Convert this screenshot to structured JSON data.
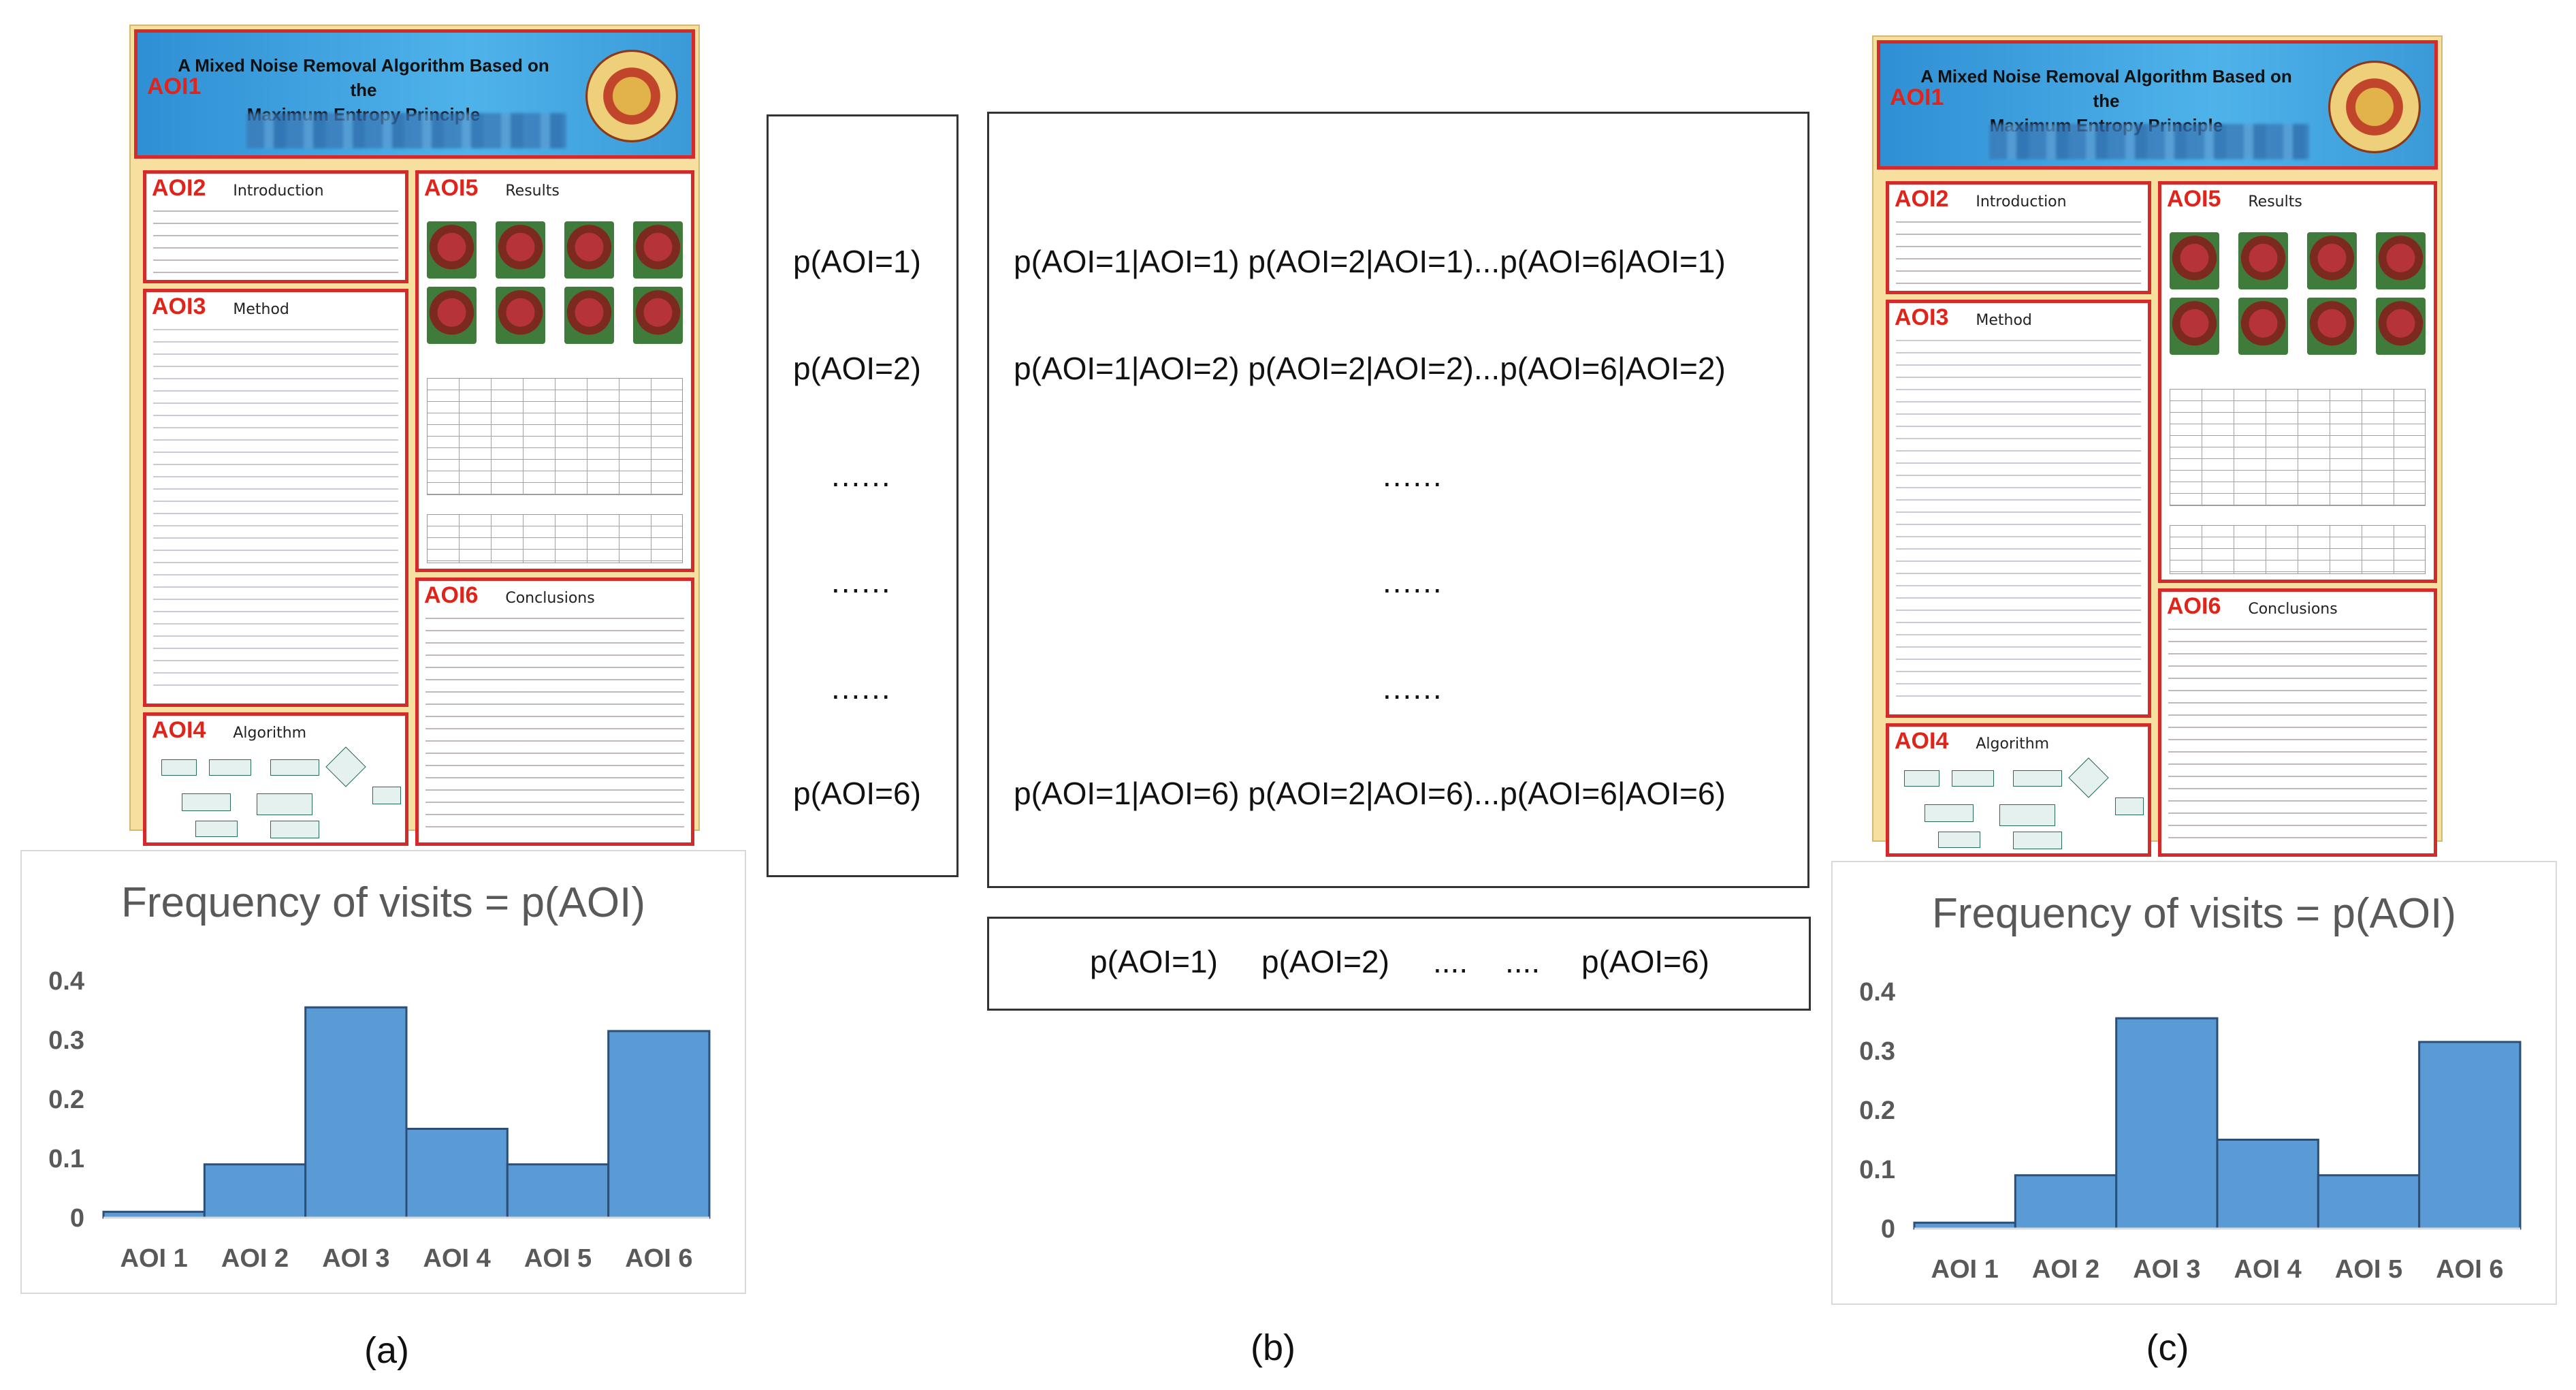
{
  "poster": {
    "title_line1": "A Mixed Noise Removal Algorithm Based on the",
    "title_line2": "Maximum Entropy Principle",
    "aoi1": "AOI1",
    "aoi2": "AOI2",
    "aoi2_heading": "Introduction",
    "aoi3": "AOI3",
    "aoi3_heading": "Method",
    "aoi4": "AOI4",
    "aoi4_heading": "Algorithm",
    "aoi5": "AOI5",
    "aoi5_heading": "Results",
    "aoi6": "AOI6",
    "aoi6_heading": "Conclusions"
  },
  "chart_data": [
    {
      "type": "bar",
      "title": "Frequency of visits = p(AOI)",
      "categories": [
        "AOI 1",
        "AOI 2",
        "AOI 3",
        "AOI 4",
        "AOI 5",
        "AOI 6"
      ],
      "values": [
        0.01,
        0.09,
        0.355,
        0.15,
        0.09,
        0.315
      ],
      "ylim": [
        0,
        0.4
      ],
      "yticks": [
        "0",
        "0.1",
        "0.2",
        "0.3",
        "0.4"
      ],
      "grid": false,
      "color": "#5b9bd5"
    },
    {
      "type": "bar",
      "title": "Frequency of visits = p(AOI)",
      "categories": [
        "AOI 1",
        "AOI 2",
        "AOI 3",
        "AOI 4",
        "AOI 5",
        "AOI 6"
      ],
      "values": [
        0.01,
        0.09,
        0.355,
        0.15,
        0.09,
        0.315
      ],
      "ylim": [
        0,
        0.4
      ],
      "yticks": [
        "0",
        "0.1",
        "0.2",
        "0.3",
        "0.4"
      ],
      "grid": false,
      "color": "#5b9bd5"
    }
  ],
  "panel_b": {
    "marginals": [
      "p(AOI=1)",
      "p(AOI=2)",
      "......",
      "......",
      "......",
      "p(AOI=6)"
    ],
    "conditionals": [
      "p(AOI=1|AOI=1) p(AOI=2|AOI=1)...p(AOI=6|AOI=1)",
      "p(AOI=1|AOI=2) p(AOI=2|AOI=2)...p(AOI=6|AOI=2)",
      "......",
      "......",
      "......",
      "p(AOI=1|AOI=6) p(AOI=2|AOI=6)...p(AOI=6|AOI=6)"
    ],
    "bottom_row": [
      "p(AOI=1)",
      "p(AOI=2)",
      "....",
      "....",
      "p(AOI=6)"
    ]
  },
  "captions": {
    "a": "(a)",
    "b": "(b)",
    "c": "(c)"
  }
}
